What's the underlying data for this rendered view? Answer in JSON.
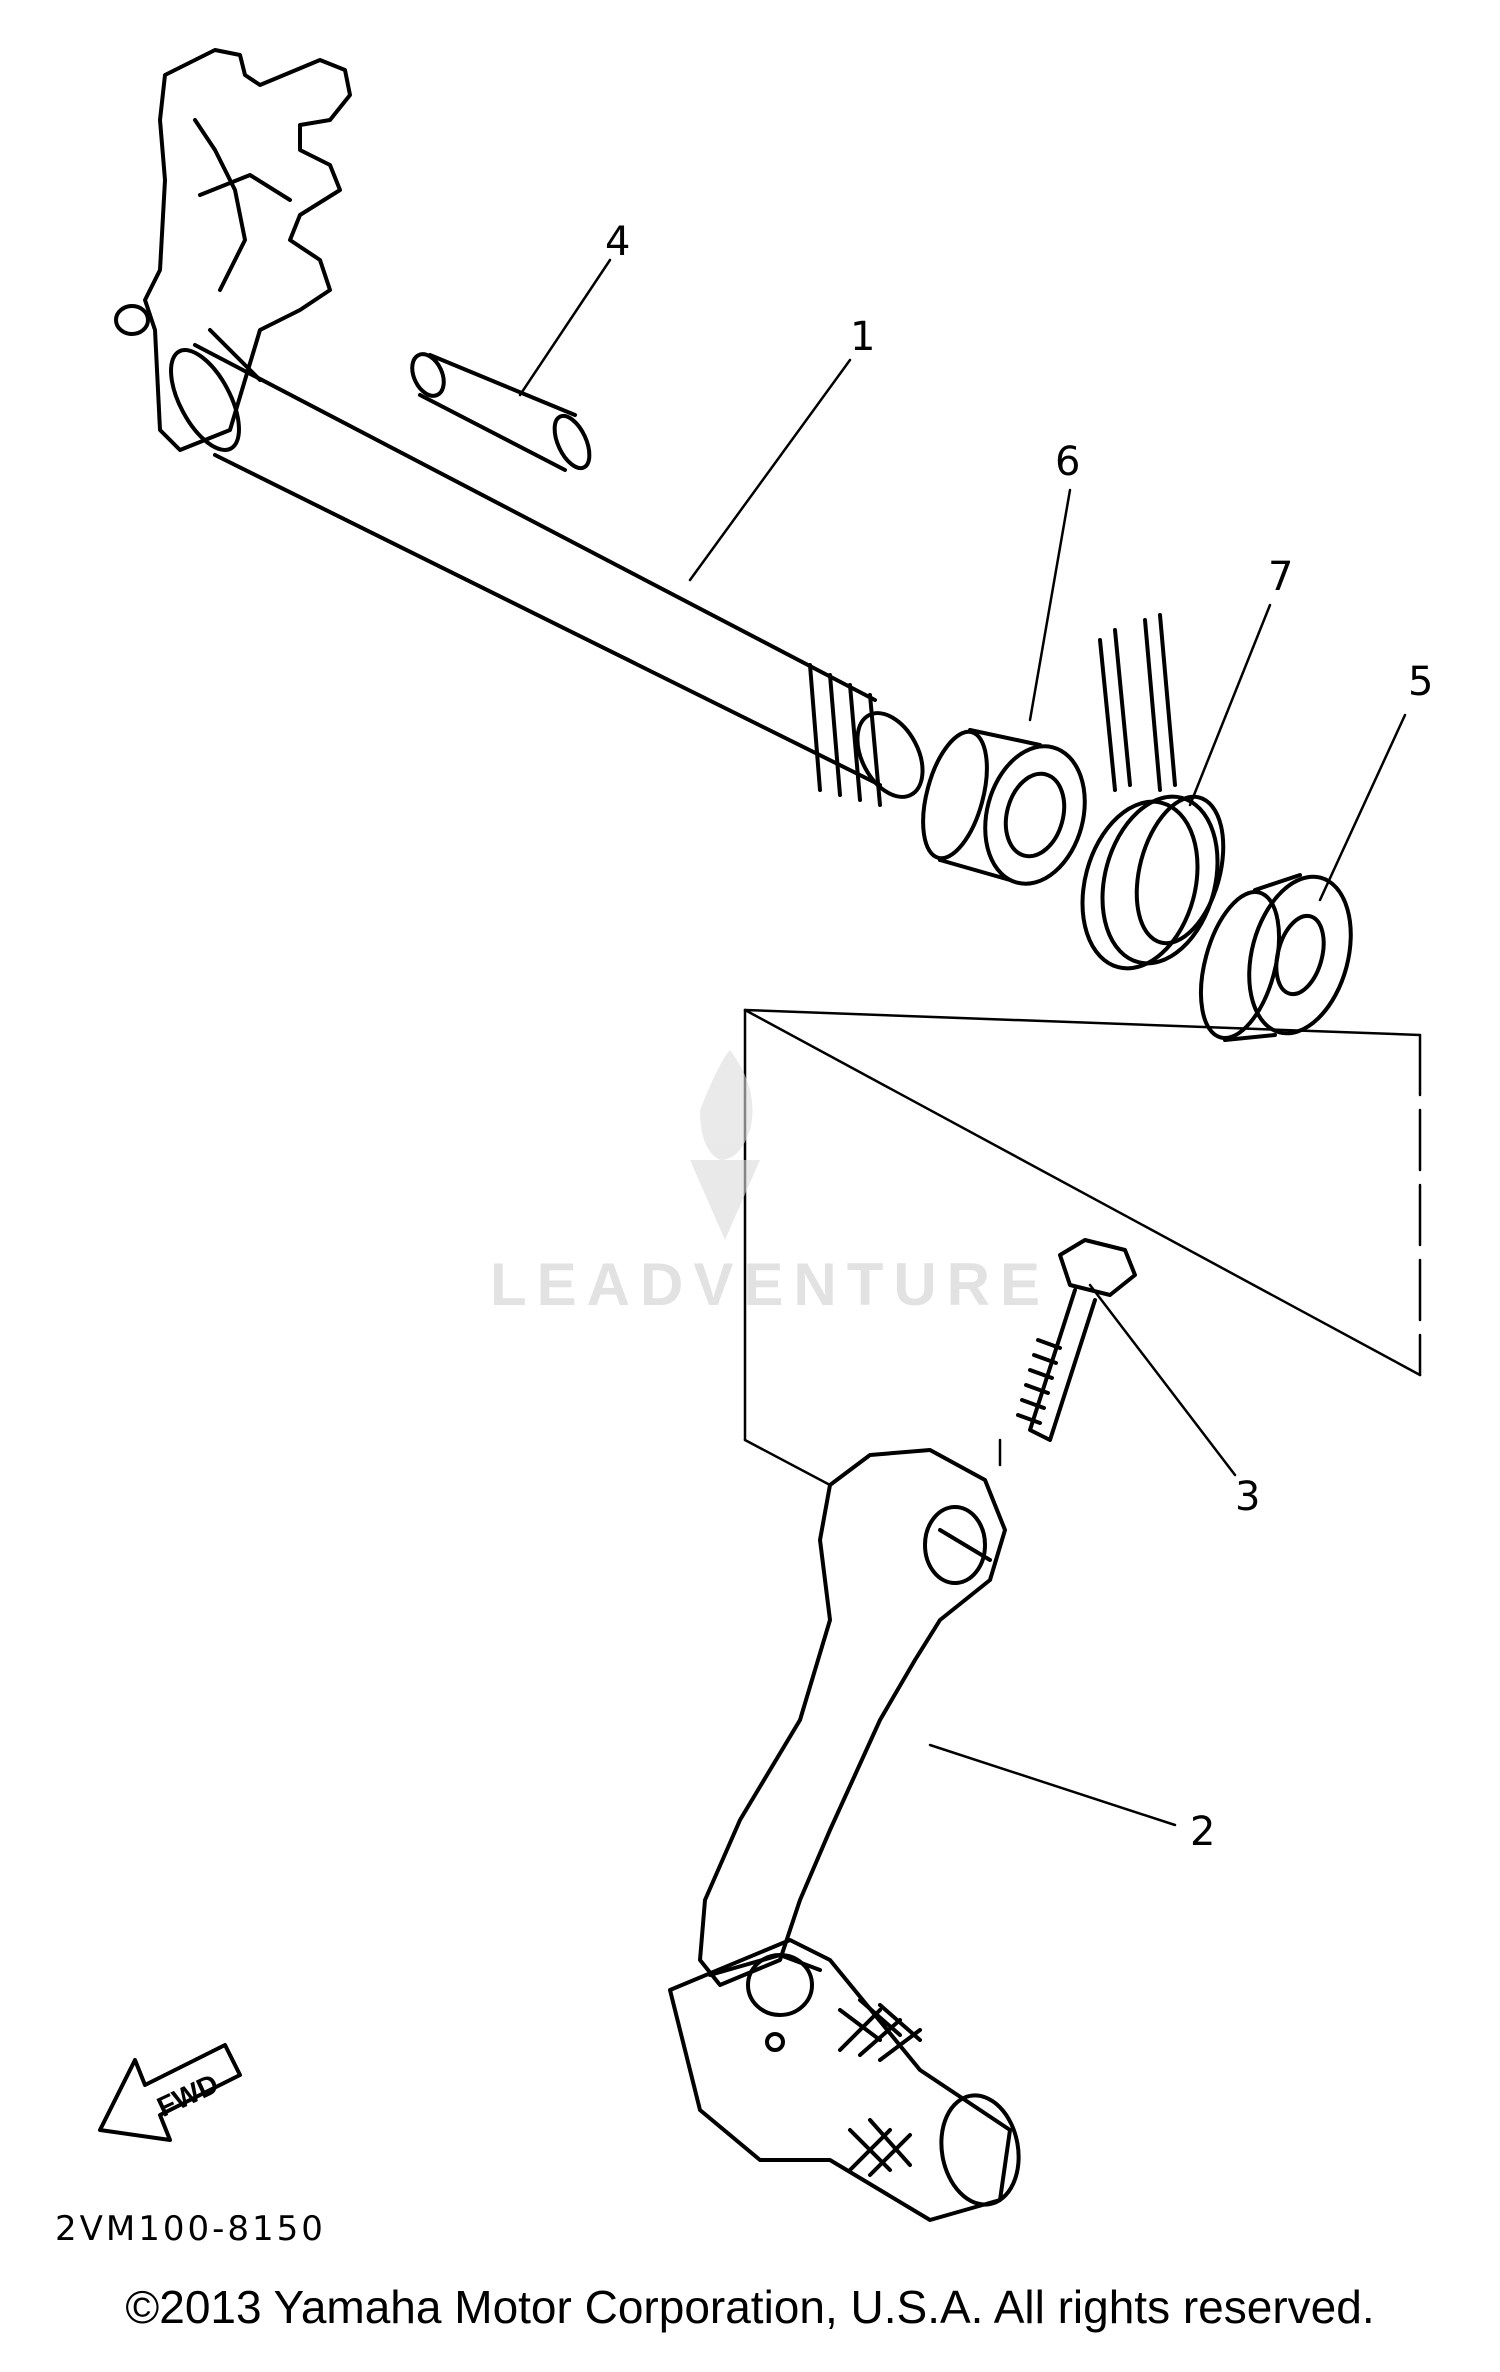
{
  "callouts": {
    "c1": "1",
    "c2": "2",
    "c3": "3",
    "c4": "4",
    "c5": "5",
    "c6": "6",
    "c7": "7"
  },
  "fwd_label": "FWD",
  "diagram_code": "2VM100-8150",
  "watermark": "LEADVENTURE",
  "copyright": "©2013 Yamaha Motor Corporation, U.S.A. All rights reserved.",
  "colors": {
    "line": "#000000",
    "background": "#ffffff",
    "watermark": "#cfcfcf"
  }
}
